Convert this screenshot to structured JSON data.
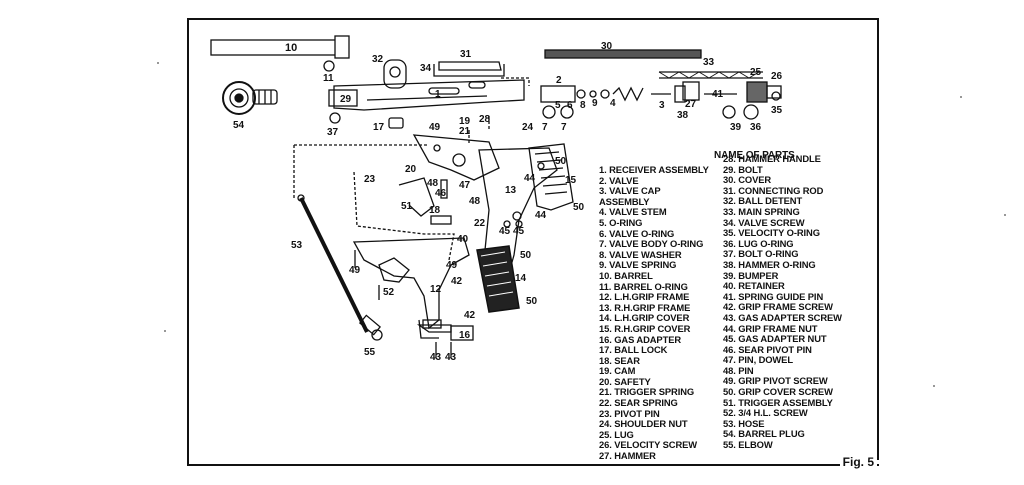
{
  "legend_title": "NAME OF PARTS",
  "figure_label": "Fig. 5",
  "parts_left": [
    "1.  RECEIVER ASSEMBLY",
    "2.  VALVE",
    "3.  VALVE CAP",
    "      ASSEMBLY",
    "4.  VALVE STEM",
    "5.  O-RING",
    "6.  VALVE O-RING",
    "7.  VALVE BODY O-RING",
    "8.  VALVE WASHER",
    "9.  VALVE SPRING",
    "10. BARREL",
    "11. BARREL O-RING",
    "12. L.H.GRIP FRAME",
    "13. R.H.GRIP FRAME",
    "14. L.H.GRIP COVER",
    "15. R.H.GRIP COVER",
    "16. GAS ADAPTER",
    "17. BALL LOCK",
    "18. SEAR",
    "19. CAM",
    "20. SAFETY",
    "21. TRIGGER SPRING",
    "22. SEAR SPRING",
    "23. PIVOT PIN",
    "24. SHOULDER NUT",
    "25. LUG",
    "26. VELOCITY SCREW",
    "27. HAMMER"
  ],
  "parts_right": [
    "28. HAMMER HANDLE",
    "29. BOLT",
    "30. COVER",
    "31. CONNECTING ROD",
    "32. BALL DETENT",
    "33. MAIN SPRING",
    "34. VALVE SCREW",
    "35. VELOCITY O-RING",
    "36. LUG O-RING",
    "37. BOLT O-RING",
    "38. HAMMER O-RING",
    "39. BUMPER",
    "40. RETAINER",
    "41. SPRING GUIDE PIN",
    "42. GRIP FRAME SCREW",
    "43. GAS ADAPTER SCREW",
    "44. GRIP FRAME NUT",
    "45. GAS ADAPTER NUT",
    "46. SEAR PIVOT PIN",
    "47. PIN, DOWEL",
    "48. PIN",
    "49. GRIP PIVOT SCREW",
    "50. GRIP COVER SCREW",
    "51. TRIGGER ASSEMBLY",
    "52. 3/4 H.L. SCREW",
    "53. HOSE",
    "54. BARREL PLUG",
    "55. ELBOW"
  ],
  "callouts": {
    "c1": "1",
    "c2": "2",
    "c3": "3",
    "c4": "4",
    "c5": "5",
    "c6": "6",
    "c7a": "7",
    "c7b": "7",
    "c8": "8",
    "c9": "9",
    "c10": "10",
    "c11": "11",
    "c12": "12",
    "c13": "13",
    "c14": "14",
    "c15": "15",
    "c16": "16",
    "c17": "17",
    "c18": "18",
    "c19": "19",
    "c20": "20",
    "c21": "21",
    "c22": "22",
    "c23": "23",
    "c24": "24",
    "c25": "25",
    "c26": "26",
    "c27": "27",
    "c28": "28",
    "c29": "29",
    "c30": "30",
    "c31": "31",
    "c32": "32",
    "c33": "33",
    "c34": "34",
    "c35": "35",
    "c36": "36",
    "c37": "37",
    "c38": "38",
    "c39": "39",
    "c40": "40",
    "c41": "41",
    "c42a": "42",
    "c42b": "42",
    "c43a": "43",
    "c43b": "43",
    "c44a": "44",
    "c44b": "44",
    "c45a": "45",
    "c45b": "45",
    "c46": "46",
    "c47": "47",
    "c48a": "48",
    "c48b": "48",
    "c49a": "49",
    "c49b": "49",
    "c49c": "49",
    "c50a": "50",
    "c50b": "50",
    "c50c": "50",
    "c50d": "50",
    "c51": "51",
    "c52": "52",
    "c53": "53",
    "c54": "54",
    "c55": "55"
  }
}
